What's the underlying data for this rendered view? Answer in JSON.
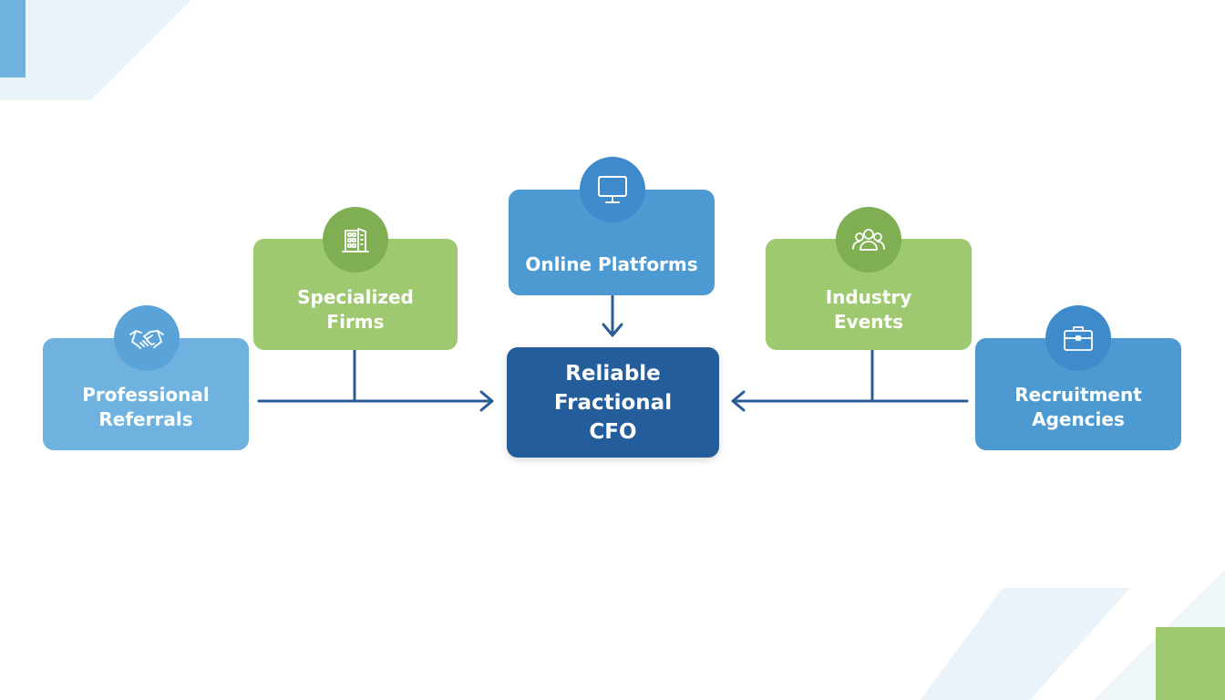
{
  "colors": {
    "green": "#9fc971",
    "light_blue": "#6fb2e0",
    "blue": "#4d9ad3",
    "navy": "#245d9b",
    "connector": "#2a5b95"
  },
  "nodes": {
    "online_platforms": {
      "line1": "Online Platforms",
      "icon": "monitor-icon"
    },
    "specialized_firms": {
      "line1": "Specialized",
      "line2": "Firms",
      "icon": "building-icon"
    },
    "industry_events": {
      "line1": "Industry",
      "line2": "Events",
      "icon": "people-group-icon"
    },
    "professional_referrals": {
      "line1": "Professional",
      "line2": "Referrals",
      "icon": "handshake-icon"
    },
    "recruitment_agencies": {
      "line1": "Recruitment",
      "line2": "Agencies",
      "icon": "briefcase-icon"
    },
    "center": {
      "line1": "Reliable",
      "line2": "Fractional",
      "line3": "CFO"
    }
  }
}
